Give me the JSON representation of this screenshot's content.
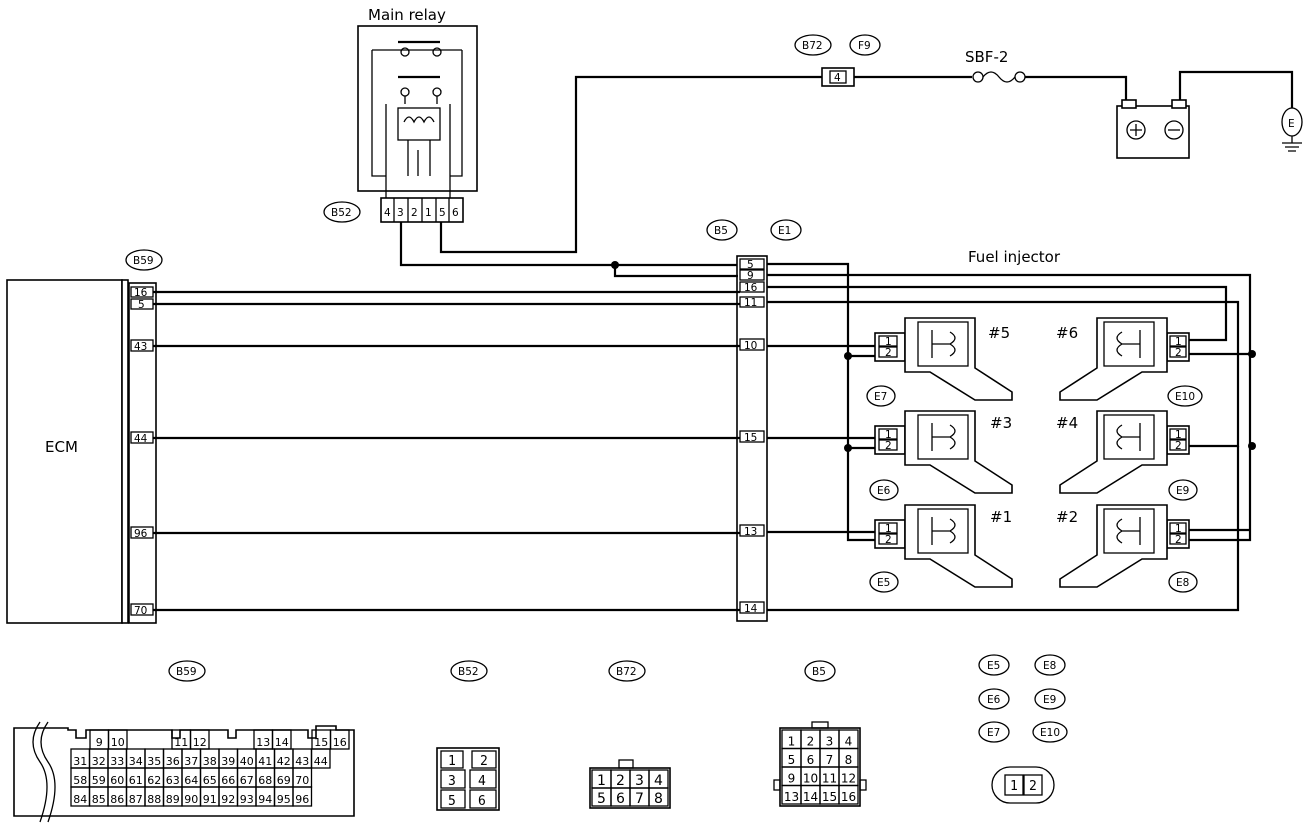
{
  "labels": {
    "main_relay": "Main relay",
    "fuel_injector": "Fuel injector",
    "ecm": "ECM",
    "fuse": "SBF-2",
    "ground": "E"
  },
  "connector_tags": {
    "b72": "B72",
    "f9": "F9",
    "b52": "B52",
    "b5": "B5",
    "e1": "E1",
    "b59": "B59",
    "e5": "E5",
    "e6": "E6",
    "e7": "E7",
    "e8": "E8",
    "e9": "E9",
    "e10": "E10"
  },
  "f9_pin": "4",
  "b52_pins": [
    "4",
    "3",
    "2",
    "1",
    "5",
    "6"
  ],
  "ecm_pins": [
    "16",
    "5",
    "43",
    "44",
    "96",
    "70"
  ],
  "b5_pins": [
    "5",
    "9",
    "16",
    "11",
    "10",
    "15",
    "13",
    "14"
  ],
  "injectors": {
    "n5": "#5",
    "n6": "#6",
    "n3": "#3",
    "n4": "#4",
    "n1": "#1",
    "n2": "#2",
    "pin1": "1",
    "pin2": "2"
  },
  "views": {
    "b59_title": "B59",
    "b59_rows": [
      [
        "9",
        "10",
        "11",
        "12",
        "13",
        "14",
        "15",
        "16"
      ],
      [
        "31",
        "32",
        "33",
        "34",
        "35",
        "36",
        "37",
        "38",
        "39",
        "40",
        "41",
        "42",
        "43",
        "44"
      ],
      [
        "58",
        "59",
        "60",
        "61",
        "62",
        "63",
        "64",
        "65",
        "66",
        "67",
        "68",
        "69",
        "70"
      ],
      [
        "84",
        "85",
        "86",
        "87",
        "88",
        "89",
        "90",
        "91",
        "92",
        "93",
        "94",
        "95",
        "96"
      ]
    ],
    "b52_title": "B52",
    "b52_cells": [
      "1",
      "2",
      "3",
      "4",
      "5",
      "6"
    ],
    "b72_title": "B72",
    "b72_cells": [
      "1",
      "2",
      "3",
      "4",
      "5",
      "6",
      "7",
      "8"
    ],
    "b5_title": "B5",
    "b5_cells": [
      "1",
      "2",
      "3",
      "4",
      "5",
      "6",
      "7",
      "8",
      "9",
      "10",
      "11",
      "12",
      "13",
      "14",
      "15",
      "16"
    ],
    "e_tags": [
      "E5",
      "E8",
      "E6",
      "E9",
      "E7",
      "E10"
    ],
    "e_cells": [
      "1",
      "2"
    ]
  }
}
